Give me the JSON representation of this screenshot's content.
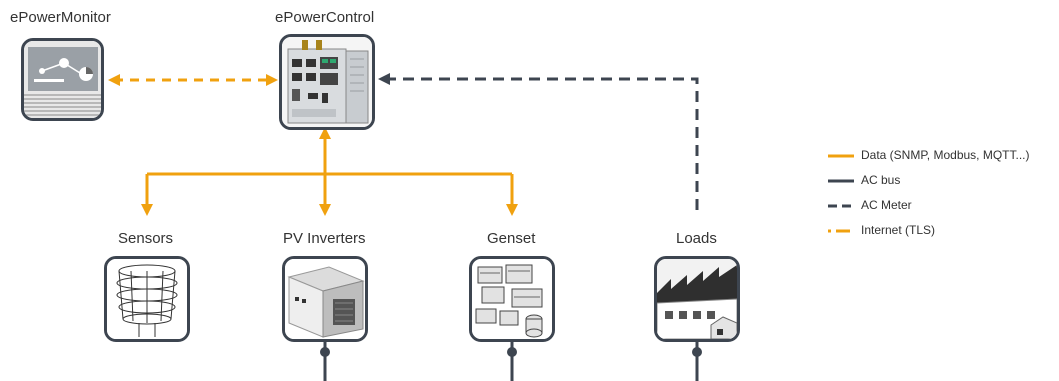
{
  "nodes": {
    "epowermonitor": {
      "label": "ePowerMonitor"
    },
    "epowercontrol": {
      "label": "ePowerControl"
    },
    "sensors": {
      "label": "Sensors"
    },
    "pv_inverters": {
      "label": "PV Inverters"
    },
    "genset": {
      "label": "Genset"
    },
    "loads": {
      "label": "Loads"
    }
  },
  "legend": {
    "data": {
      "label": "Data (SNMP, Modbus, MQTT...)",
      "color": "#f0a10f"
    },
    "ac_bus": {
      "label": "AC bus",
      "color": "#3d4550"
    },
    "ac_meter": {
      "label": "AC Meter",
      "color": "#3d4550"
    },
    "internet": {
      "label": "Internet (TLS)",
      "color": "#f0a10f"
    }
  },
  "colors": {
    "data_line": "#f0a10f",
    "dark_line": "#3d4550",
    "card_border": "#3d4550"
  }
}
